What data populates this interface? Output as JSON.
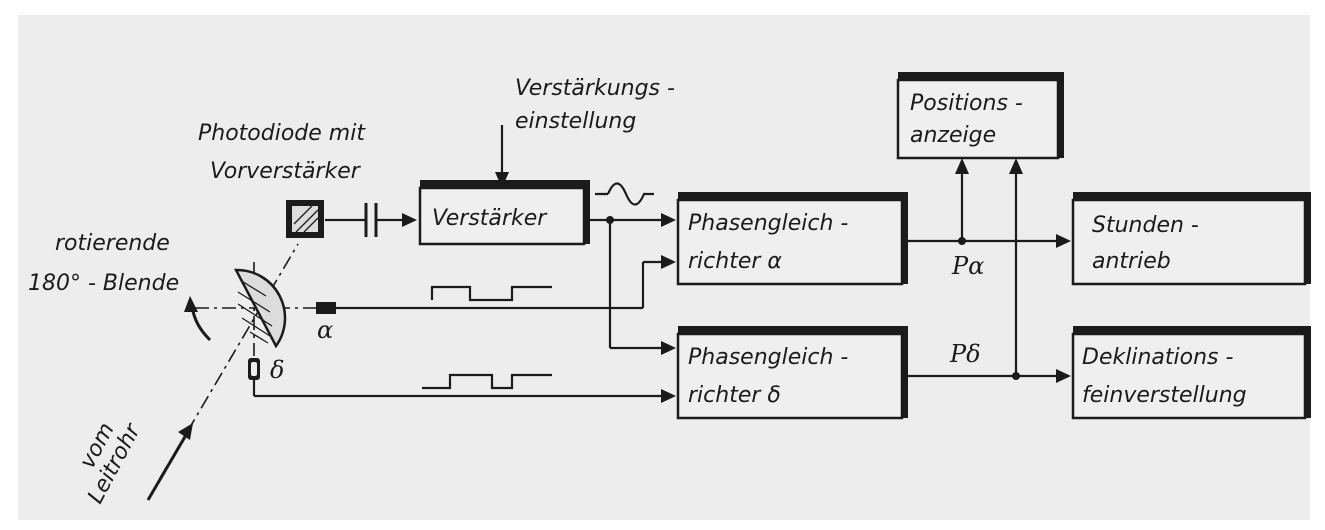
{
  "labels": {
    "gain_setting_1": "Verstärkungs -",
    "gain_setting_2": "einstellung",
    "photodiode_1": "Photodiode mit",
    "photodiode_2": "Vorverstärker",
    "rotating_1": "rotierende",
    "rotating_2": "180° - Blende",
    "from_guide_1": "vom",
    "from_guide_2": "Leitrohr",
    "alpha": "α",
    "delta": "δ",
    "p_alpha": "Pα",
    "p_delta": "Pδ"
  },
  "boxes": {
    "amplifier": "Verstärker",
    "phase_alpha_1": "Phasengleich -",
    "phase_alpha_2": "richter  α",
    "phase_delta_1": "Phasengleich -",
    "phase_delta_2": "richter  δ",
    "position_1": "Positions -",
    "position_2": "anzeige",
    "hour_1": "Stunden  -",
    "hour_2": "antrieb",
    "decl_1": "Deklinations -",
    "decl_2": "feinverstellung"
  },
  "colors": {
    "ink": "#1b1b1b",
    "panel": "#ededed",
    "box_fill": "#efefef"
  }
}
